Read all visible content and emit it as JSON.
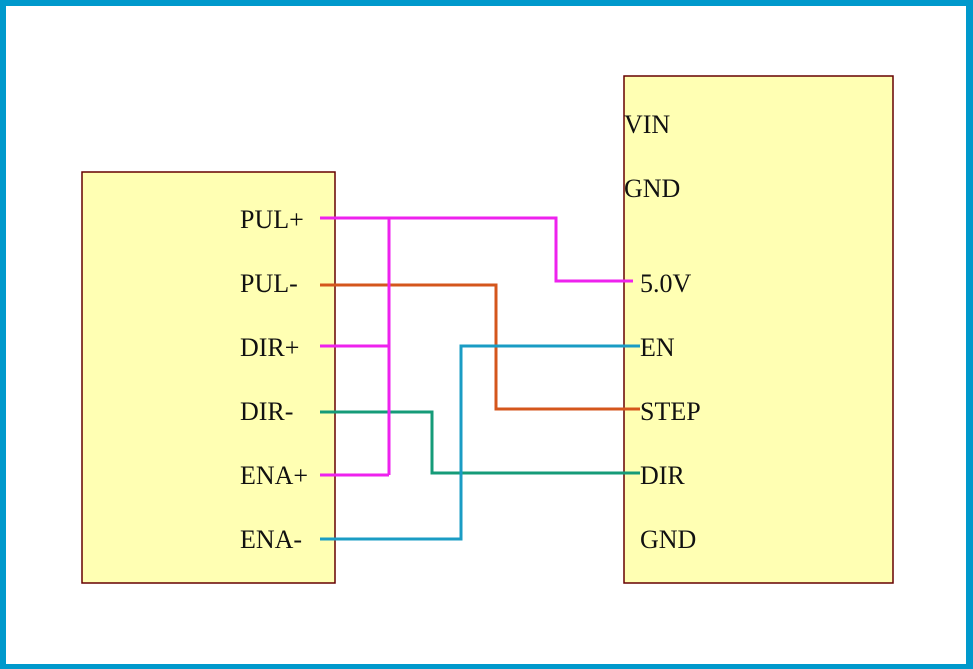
{
  "diagram": {
    "colors": {
      "frame": "#0099cc",
      "block_fill": "#ffffb3",
      "block_border": "#660000",
      "wire_magenta": "#ee22ee",
      "wire_orange": "#d4561c",
      "wire_green": "#159b78",
      "wire_blue": "#1a9cc4"
    },
    "left_block": {
      "pins": [
        "PUL+",
        "PUL-",
        "DIR+",
        "DIR-",
        "ENA+",
        "ENA-"
      ]
    },
    "right_block": {
      "top_labels": [
        "VIN",
        "GND"
      ],
      "pins": [
        "5.0V",
        "EN",
        "STEP",
        "DIR",
        "GND"
      ]
    },
    "connections": [
      {
        "from": [
          "PUL+",
          "DIR+",
          "ENA+"
        ],
        "to": "5.0V",
        "color": "wire_magenta"
      },
      {
        "from": [
          "PUL-"
        ],
        "to": "STEP",
        "color": "wire_orange"
      },
      {
        "from": [
          "DIR-"
        ],
        "to": "DIR",
        "color": "wire_green"
      },
      {
        "from": [
          "ENA-"
        ],
        "to": "EN",
        "color": "wire_blue"
      }
    ]
  }
}
